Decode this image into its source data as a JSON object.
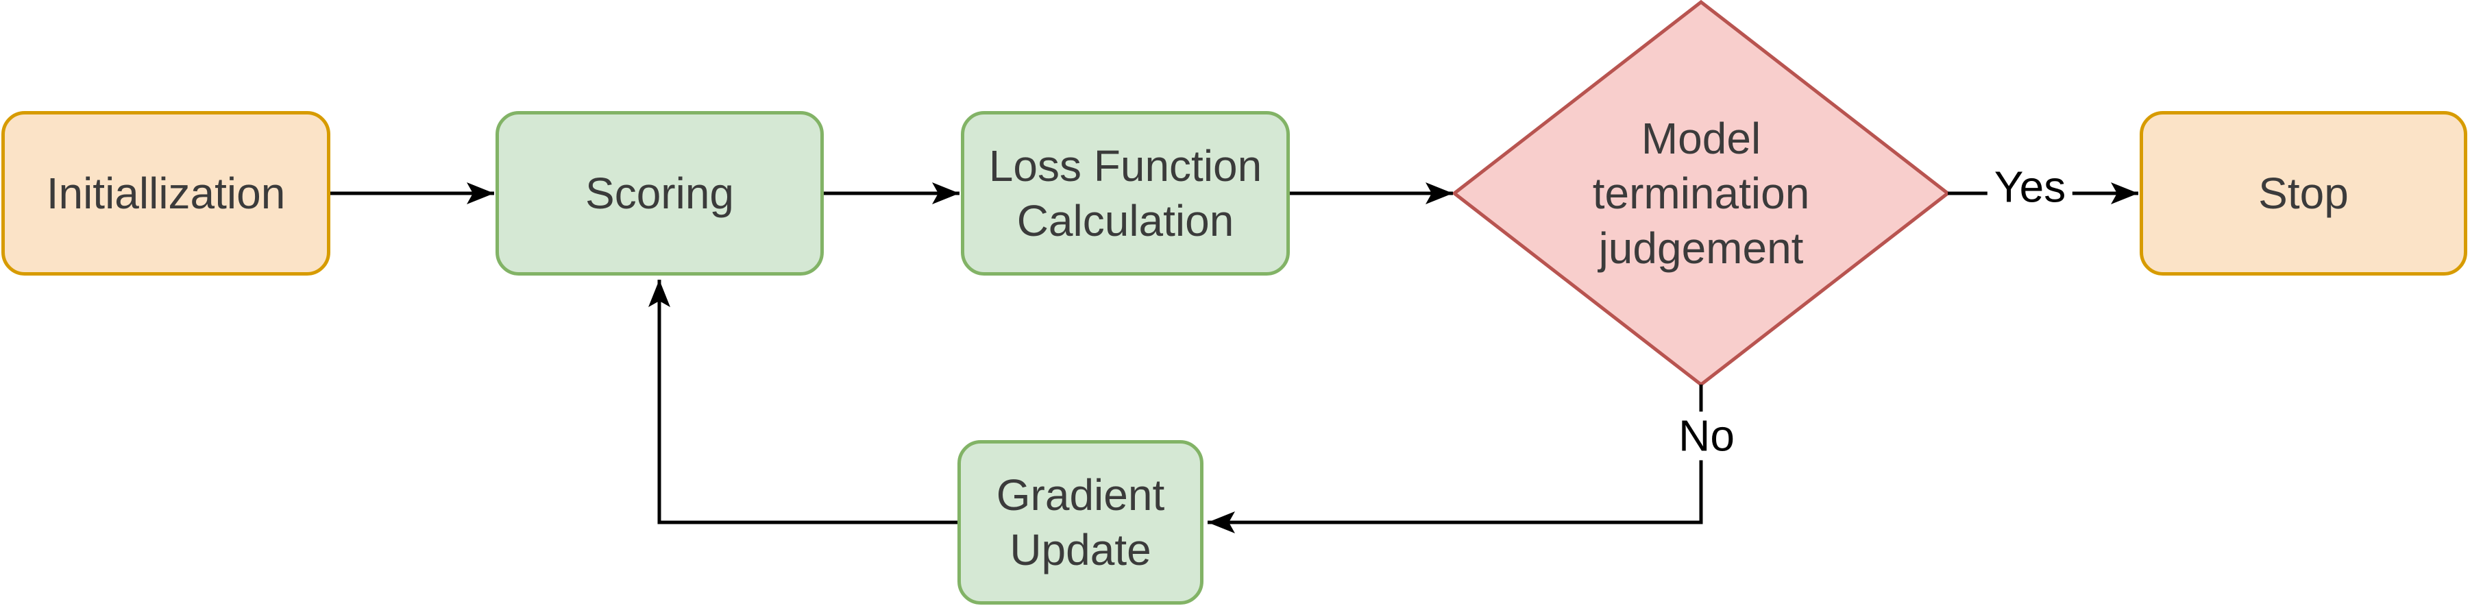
{
  "diagram": {
    "type": "flowchart",
    "nodes": [
      {
        "id": "initialization",
        "label": "Initiallization",
        "shape": "rounded-rectangle",
        "fill": "#FBE3C7",
        "stroke": "#D79B00"
      },
      {
        "id": "scoring",
        "label": "Scoring",
        "shape": "rounded-rectangle",
        "fill": "#D5E8D4",
        "stroke": "#82B366"
      },
      {
        "id": "loss-function-calculation",
        "label": "Loss Function\nCalculation",
        "shape": "rounded-rectangle",
        "fill": "#D5E8D4",
        "stroke": "#82B366"
      },
      {
        "id": "model-termination-judgement",
        "label": "Model\ntermination\njudgement",
        "shape": "diamond",
        "fill": "#F8CECC",
        "stroke": "#B85450"
      },
      {
        "id": "stop",
        "label": "Stop",
        "shape": "rounded-rectangle",
        "fill": "#FBE3C7",
        "stroke": "#D79B00"
      },
      {
        "id": "gradient-update",
        "label": "Gradient\nUpdate",
        "shape": "rounded-rectangle",
        "fill": "#D5E8D4",
        "stroke": "#82B366"
      }
    ],
    "edges": [
      {
        "from": "initialization",
        "to": "scoring",
        "label": ""
      },
      {
        "from": "scoring",
        "to": "loss-function-calculation",
        "label": ""
      },
      {
        "from": "loss-function-calculation",
        "to": "model-termination-judgement",
        "label": ""
      },
      {
        "from": "model-termination-judgement",
        "to": "stop",
        "label": "Yes"
      },
      {
        "from": "model-termination-judgement",
        "to": "gradient-update",
        "label": "No"
      },
      {
        "from": "gradient-update",
        "to": "scoring",
        "label": ""
      }
    ],
    "colors": {
      "background": "#FFFFFF",
      "edge_line": "#000000",
      "node_text": "#3B3B3B",
      "edge_label_text": "#000000",
      "orange_fill": "#FBE3C7",
      "orange_stroke": "#D79B00",
      "green_fill": "#D5E8D4",
      "green_stroke": "#82B366",
      "red_fill": "#F8CECC",
      "red_stroke": "#B85450"
    }
  }
}
